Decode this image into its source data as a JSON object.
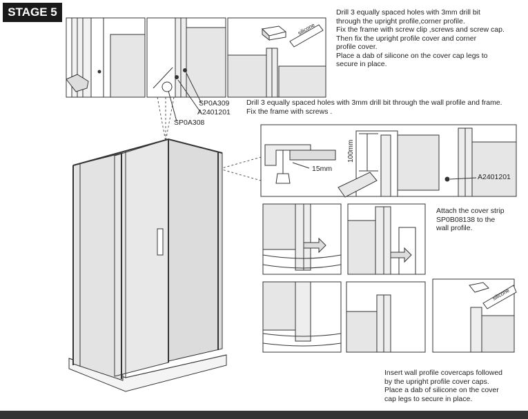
{
  "stage": {
    "label": "STAGE 5"
  },
  "instructions": {
    "top": [
      "Drill 3 equally spaced holes with 3mm drill bit",
      "through the upright profile,corner profile.",
      "Fix the frame with screw clip ,screws and screw cap.",
      "Then fix  the  upright  profile  cover  and  corner",
      "profile  cover.",
      "Place a dab of silicone on the cover cap legs to",
      "secure in place."
    ],
    "middle": [
      "Drill 3 equally spaced holes with 3mm drill bit through the wall profile and frame.",
      "Fix the frame with screws ."
    ],
    "cover_strip": [
      "Attach the cover strip",
      "SP0B08138 to the",
      "wall profile."
    ],
    "bottom": [
      "Insert wall profile covercaps followed",
      "by the upright profile cover caps.",
      "Place a dab of silicone on the cover",
      "cap legs to secure in place."
    ]
  },
  "part_labels": {
    "sp0a309": "SP0A309",
    "a2401201_top": "A2401201",
    "sp0a308": "SP0A308",
    "a2401201_right": "A2401201",
    "dim_100mm": "100mm",
    "dim_15mm": "15mm",
    "silicone_top": "silicone",
    "silicone_bottom": "silicone"
  }
}
